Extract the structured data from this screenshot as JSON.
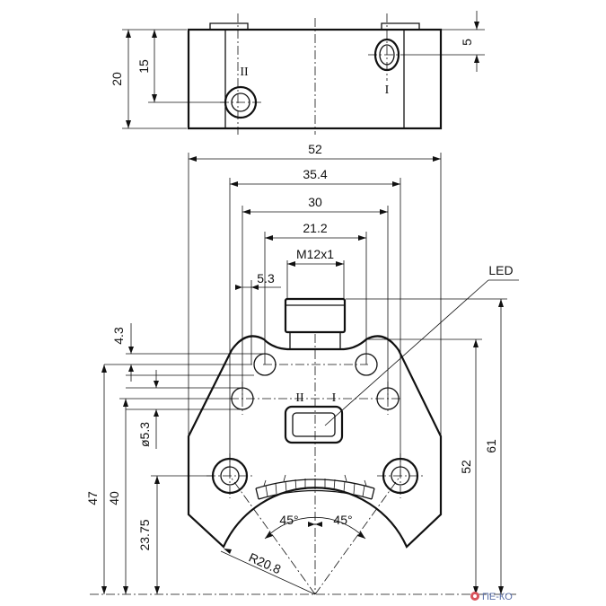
{
  "title": "",
  "side_view": {
    "dim_20": "20",
    "dim_15": "15",
    "dim_5": "5",
    "label_II": "II",
    "label_I": "I"
  },
  "plan_view": {
    "dim_52_width": "52",
    "dim_35_4": "35.4",
    "dim_30": "30",
    "dim_21_2": "21.2",
    "thread": "M12x1",
    "dim_5_3": "5.3",
    "led_label": "LED",
    "dim_4_3": "4.3",
    "dim_dia_5_3": "ø5.3",
    "dim_47": "47",
    "dim_40": "40",
    "dim_23_75": "23.75",
    "dim_52_height": "52",
    "dim_61": "61",
    "angle_left": "45°",
    "angle_right": "45°",
    "radius": "R20.8",
    "label_II": "II",
    "label_I": "I"
  },
  "watermark": "ПЕ-КО"
}
